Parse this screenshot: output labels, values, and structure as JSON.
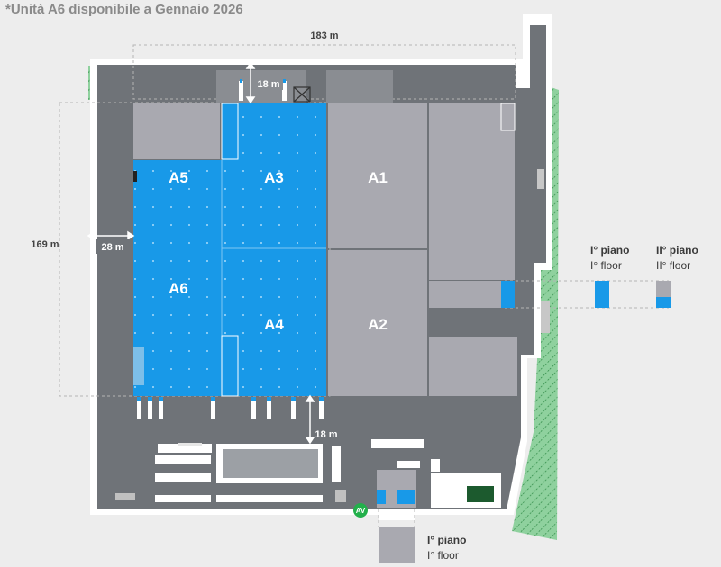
{
  "header": {
    "title": "*Unità A6 disponibile a Gennaio 2026"
  },
  "units": {
    "a1": "A1",
    "a2": "A2",
    "a3": "A3",
    "a4": "A4",
    "a5": "A5",
    "a6": "A6"
  },
  "dimensions": {
    "width": "183 m",
    "height": "169 m",
    "side_gap": "28 m",
    "top_gap": "18 m",
    "bottom_gap": "18 m"
  },
  "floors": {
    "first_it": "I° piano",
    "first_en": "I° floor",
    "second_it": "II° piano",
    "second_en": "II° floor"
  },
  "badge": {
    "label": "AV"
  },
  "colors": {
    "available": "#1899e8",
    "occupied": "#a9a9b0",
    "road": "#6f7378",
    "outline": "#ffffff",
    "green": "#8fd19e"
  }
}
